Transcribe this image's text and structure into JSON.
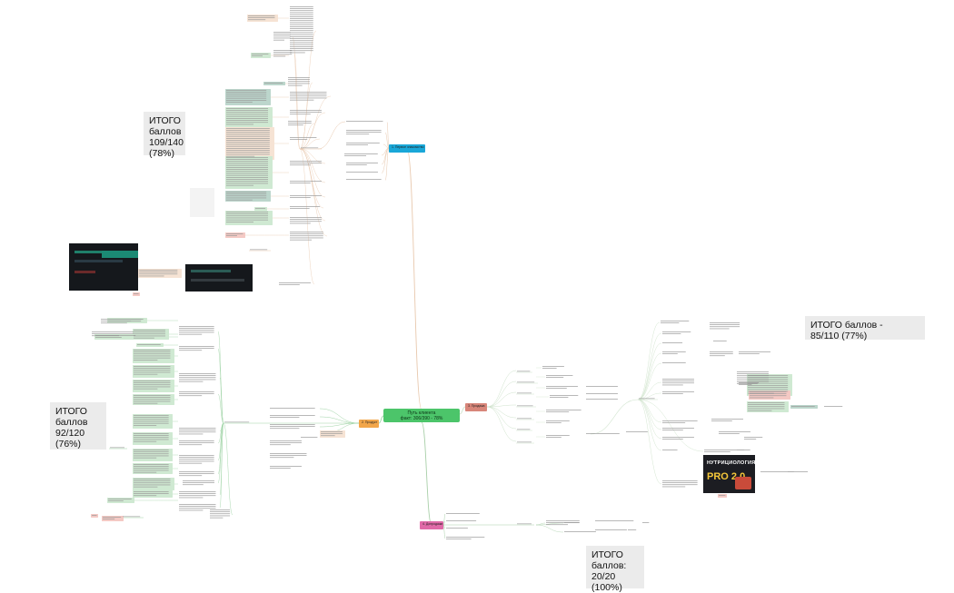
{
  "diagram": {
    "center": {
      "line1": "Путь клиента",
      "line2": "факт: 306/390 - 78%",
      "color": "#4cc56a"
    },
    "scores": [
      {
        "id": "top",
        "line1": "ИТОГО",
        "line2": "баллов",
        "line3": "109/140",
        "line4": "(78%)"
      },
      {
        "id": "left",
        "line1": "ИТОГО",
        "line2": "баллов",
        "line3": "92/120",
        "line4": "(76%)"
      },
      {
        "id": "right",
        "line1": "ИТОГО баллов -",
        "line2": "85/110 (77%)",
        "line3": "",
        "line4": ""
      },
      {
        "id": "bottom",
        "line1": "ИТОГО",
        "line2": "баллов:",
        "line3": "20/20",
        "line4": "(100%)"
      }
    ],
    "hubs": [
      {
        "id": "hub-top",
        "label": "1. Первое знакомство",
        "color": "#1aa7d8"
      },
      {
        "id": "hub-left",
        "label": "2. Продукт",
        "color": "#f2a64a"
      },
      {
        "id": "hub-right",
        "label": "3. Продажа",
        "color": "#d8867a"
      },
      {
        "id": "hub-bottom",
        "label": "4. Допродажи",
        "color": "#e06aa8"
      }
    ],
    "promo": {
      "title": "НУТРИЦИОЛОГИЯ",
      "subtitle": "PRO 2.0"
    },
    "colors": {
      "branch_top": "#e8c8ad",
      "branch_left": "#9fd4a6",
      "branch_right": "#cfe3cc",
      "branch_bottom": "#a8cfa8",
      "node_green": "#cfe9d2",
      "node_teal": "#bcd6cc",
      "node_peach": "#f6e3d4",
      "node_pink": "#f4c9c4",
      "connector": "#a8a8a8"
    }
  }
}
